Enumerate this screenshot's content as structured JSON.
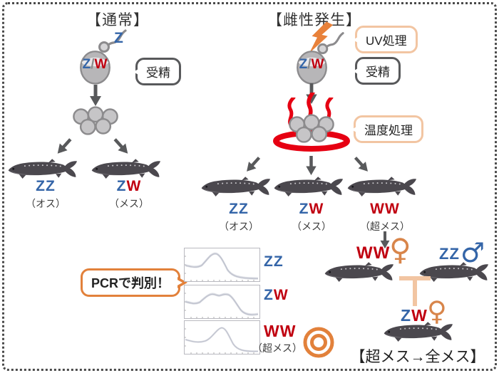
{
  "colors": {
    "z_blue": "#3465a8",
    "w_red": "#c00010",
    "strong_orange": "#e2813b",
    "peach_orange": "#f2c5a2",
    "symbol_orange": "#d8854a",
    "flame_red": "#e60012",
    "arrow_gray": "#58595b"
  },
  "normal": {
    "title": "【通常】",
    "sperm_label": "Z",
    "egg": {
      "z": "Z",
      "slash": "/",
      "w": "W"
    },
    "fertilization_bubble": "受精",
    "offspring": [
      {
        "g1": "Z",
        "g2": "Z",
        "sex": "（オス）"
      },
      {
        "g1": "Z",
        "g2": "W",
        "sex": "（メス）"
      }
    ]
  },
  "gynogenesis": {
    "title": "【雌性発生】",
    "uv_bubble": "UV処理",
    "fertilization_bubble": "受精",
    "temperature_bubble": "温度処理",
    "egg": {
      "z": "Z",
      "slash": "/",
      "w": "W"
    },
    "offspring": [
      {
        "g1": "Z",
        "g2": "Z",
        "sex": "（オス）"
      },
      {
        "g1": "Z",
        "g2": "W",
        "sex": "（メス）"
      },
      {
        "g1": "W",
        "g2": "W",
        "sex": "（超メス）"
      }
    ]
  },
  "pcr": {
    "bubble": "PCRで判別！",
    "rows": [
      {
        "g1": "Z",
        "g2": "Z"
      },
      {
        "g1": "Z",
        "g2": "W"
      },
      {
        "g1": "W",
        "g2": "W",
        "sublabel": "（超メス）"
      }
    ]
  },
  "cross": {
    "mother": {
      "g1": "W",
      "g2": "W",
      "symbol": "♀"
    },
    "father": {
      "g1": "Z",
      "g2": "Z",
      "symbol": "♂"
    },
    "child": {
      "g1": "Z",
      "g2": "W",
      "symbol": "♀"
    },
    "caption": "【超メス→全メス】"
  }
}
